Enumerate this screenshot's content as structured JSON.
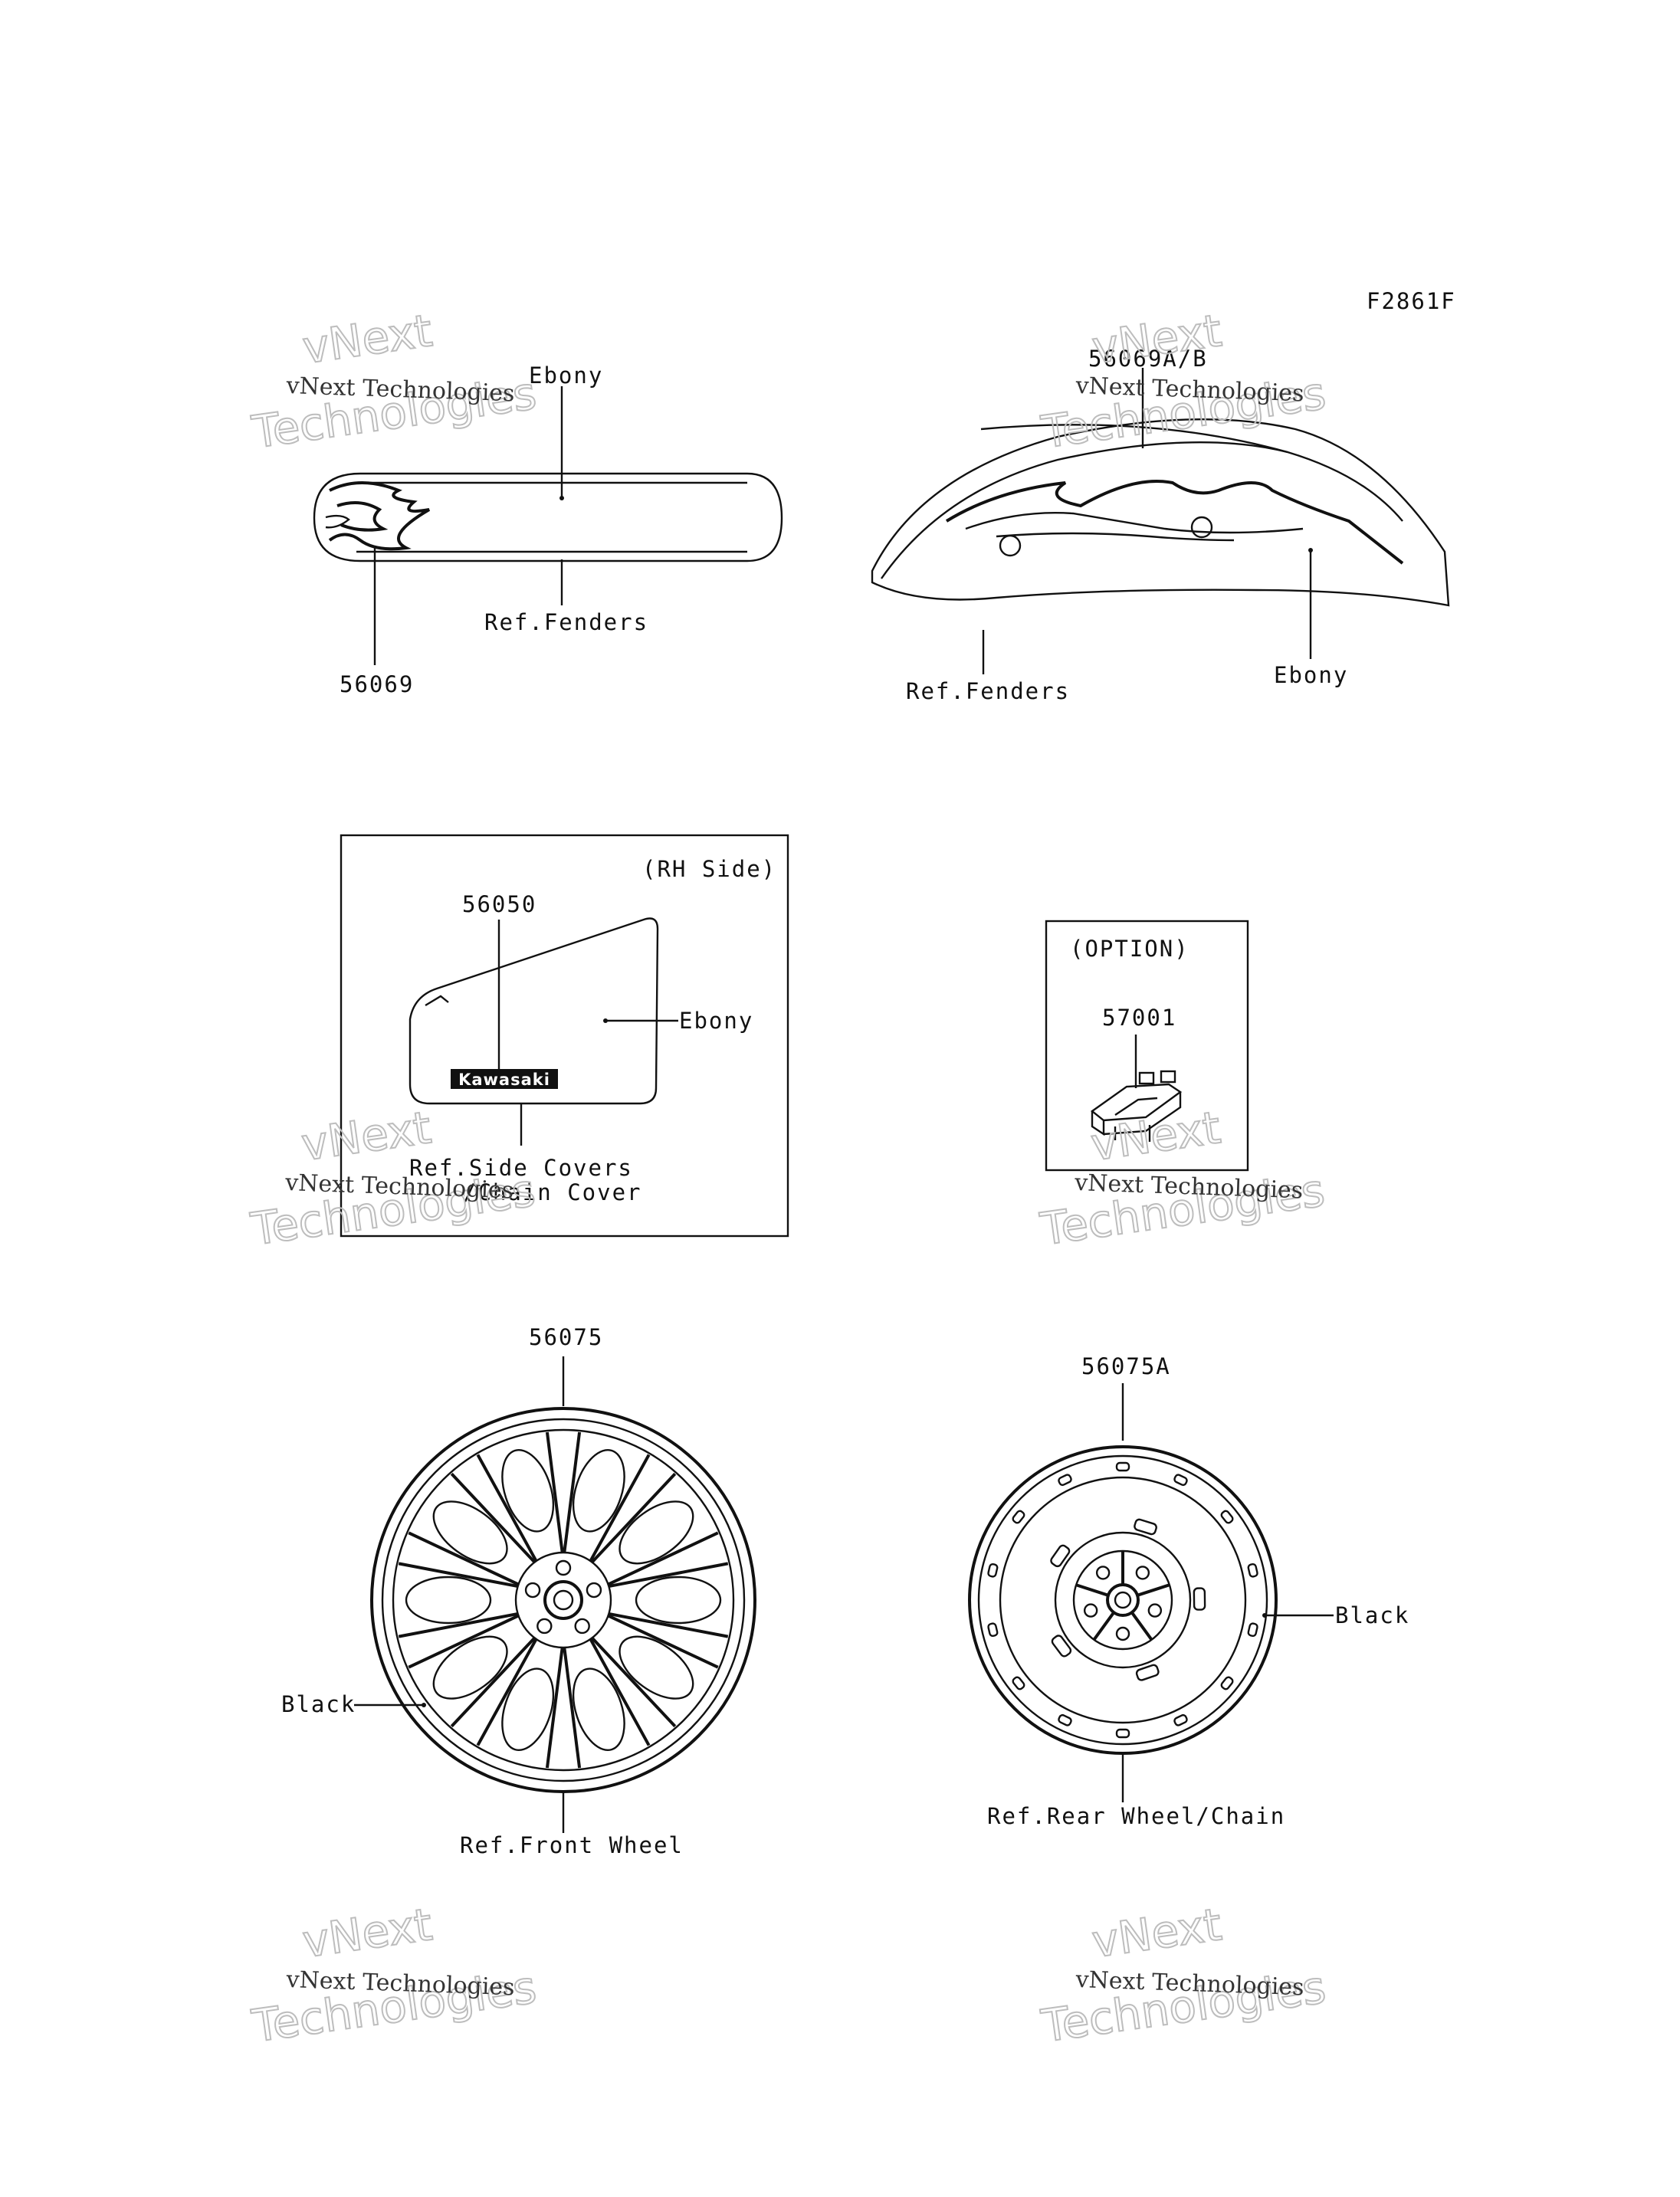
{
  "figure_code": "F2861F",
  "callouts": {
    "front_fender": {
      "part": "56069",
      "color": "Ebony",
      "ref": "Ref.Fenders"
    },
    "rear_fender": {
      "part": "56069A/B",
      "color": "Ebony",
      "ref": "Ref.Fenders"
    },
    "side_cover": {
      "box_label": "(RH Side)",
      "part": "56050",
      "color": "Ebony",
      "badge": "Kawasaki",
      "ref_line1": "Ref.Side Covers",
      "ref_line2": "/Chain Cover"
    },
    "option": {
      "box_label": "(OPTION)",
      "part": "57001"
    },
    "front_wheel": {
      "part": "56075",
      "color": "Black",
      "ref": "Ref.Front Wheel"
    },
    "rear_wheel": {
      "part": "56075A",
      "color": "Black",
      "ref": "Ref.Rear Wheel/Chain"
    }
  },
  "watermark": {
    "line1": "vNext Technologies",
    "big1": "vNext",
    "big2": "Technologies"
  }
}
